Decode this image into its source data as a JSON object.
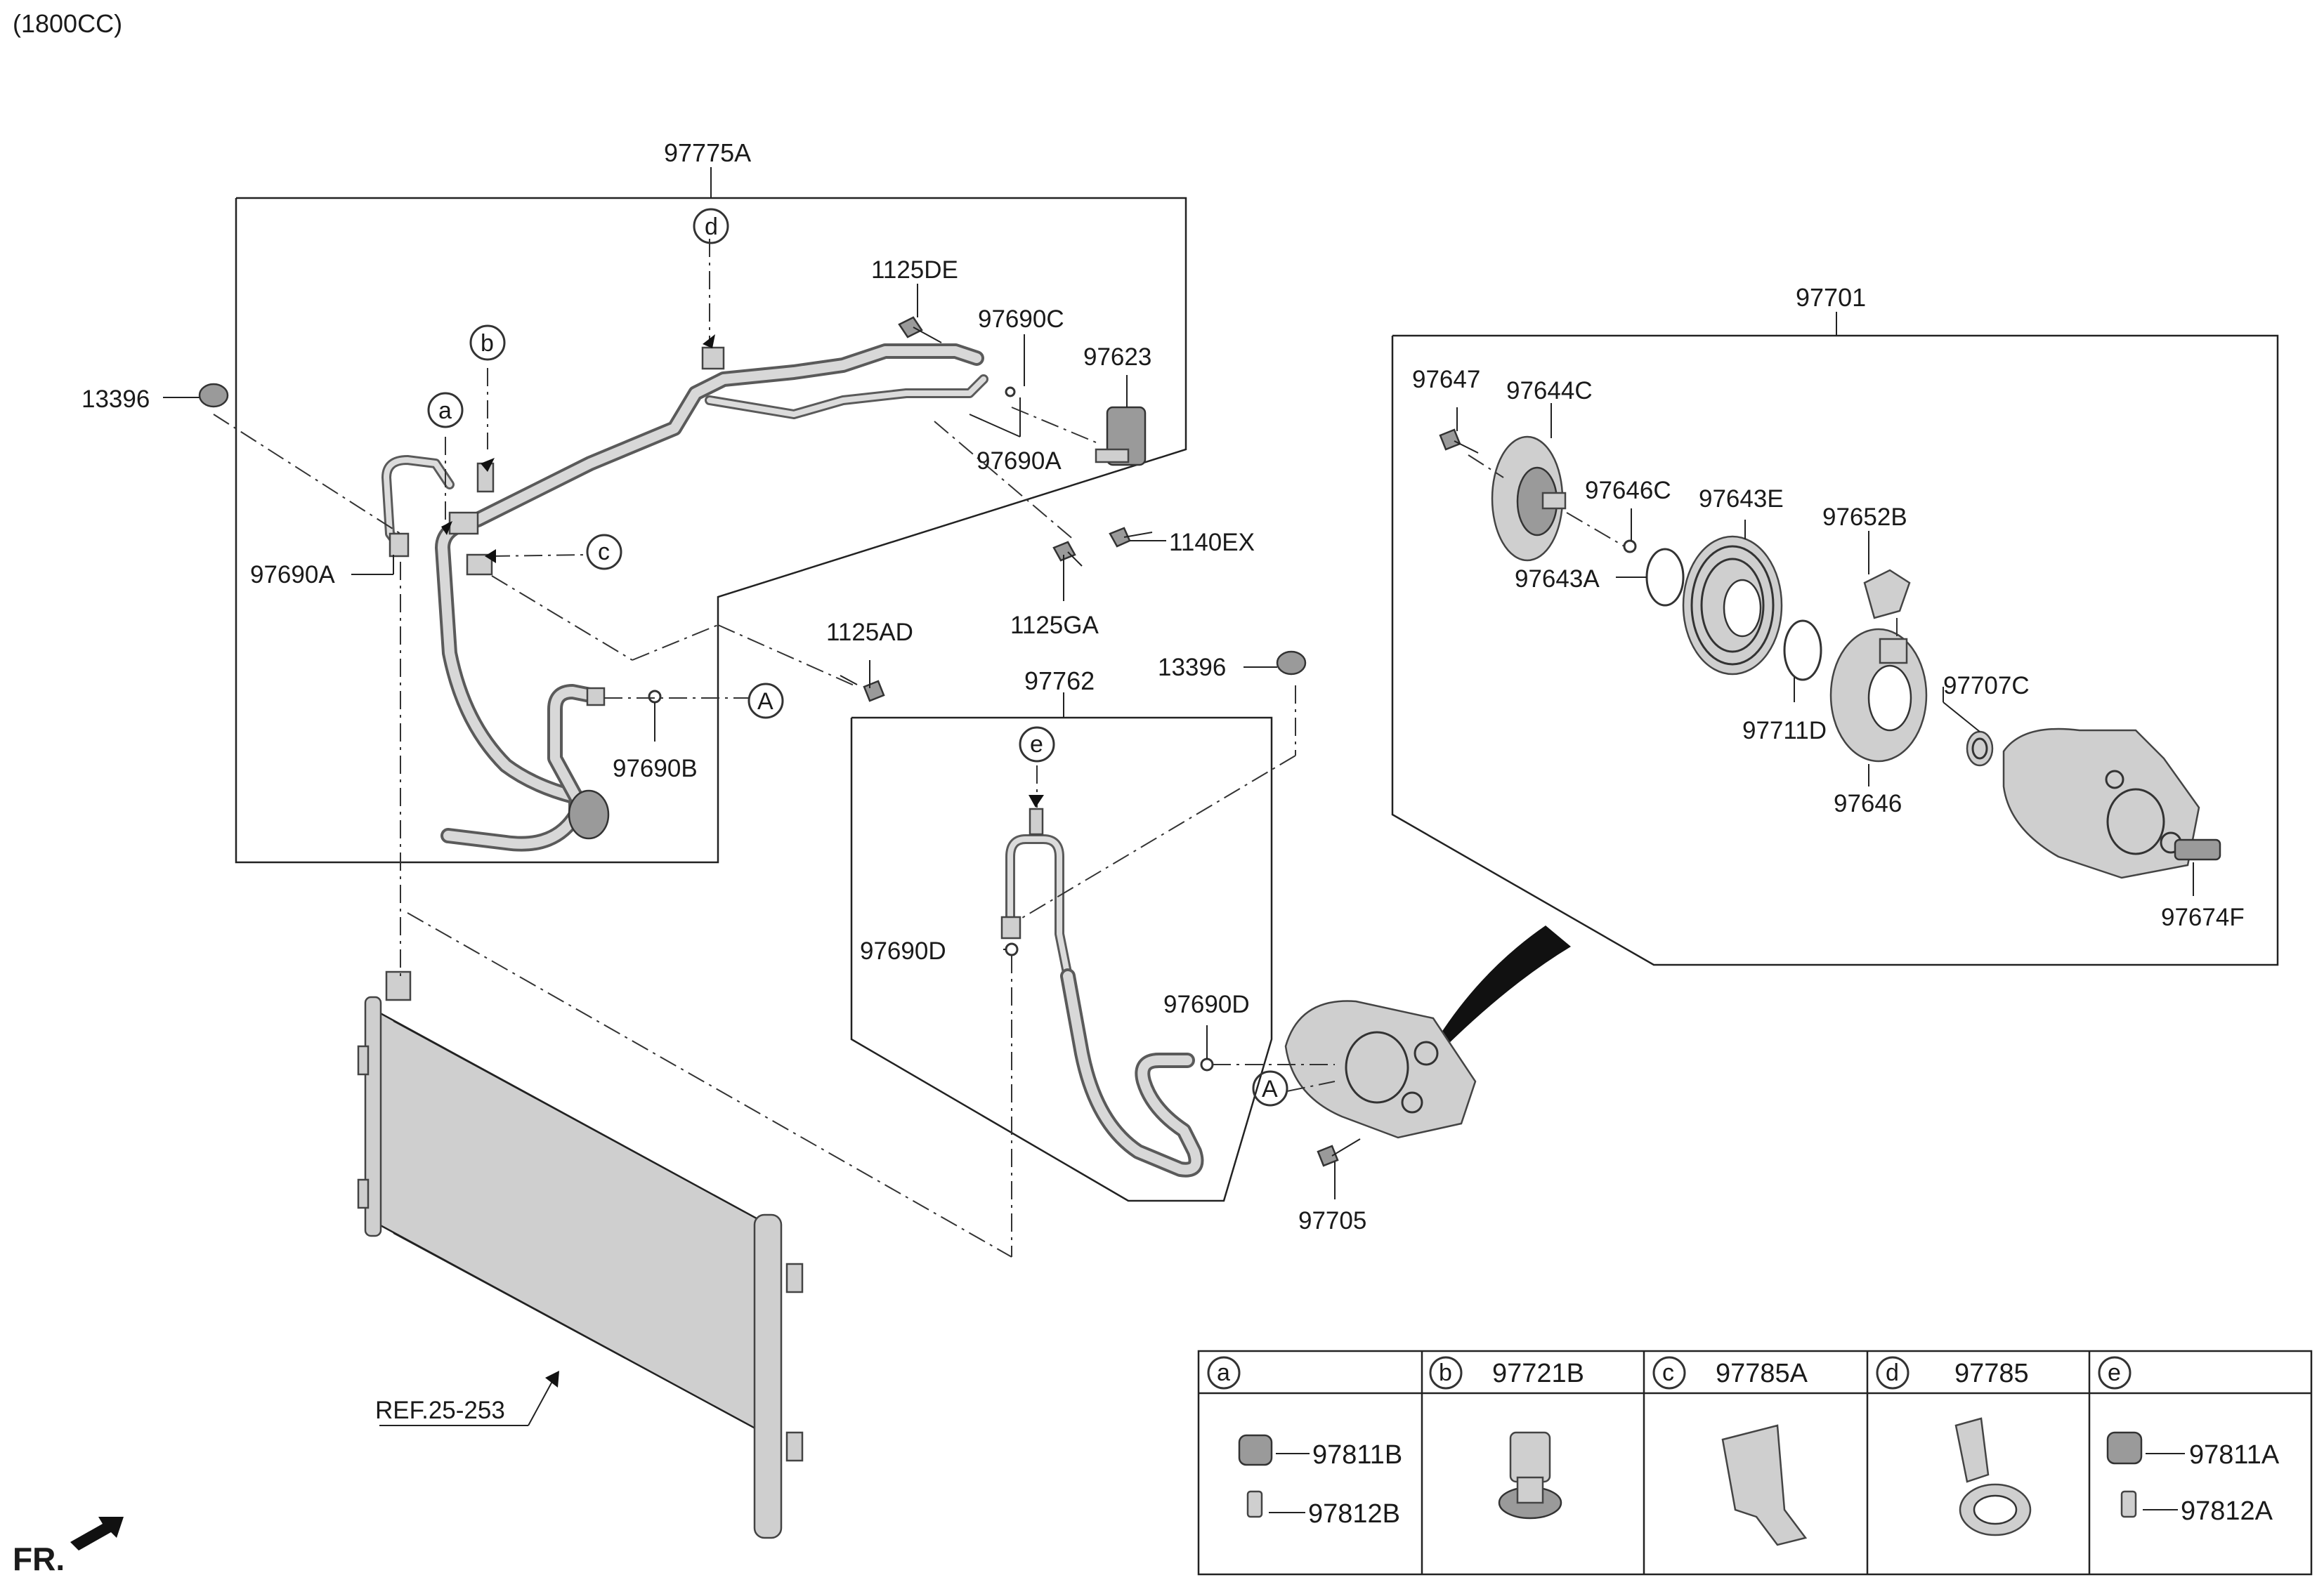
{
  "header": {
    "engine_note": "(1800CC)"
  },
  "groups": {
    "discharge_hose": "97775A",
    "suction_hose": "97762",
    "compressor_assembly": "97701"
  },
  "callouts": {
    "p13396_left": "13396",
    "p97690A_left": "97690A",
    "p1125DE": "1125DE",
    "p97690C": "97690C",
    "p97623": "97623",
    "p97690A_right": "97690A",
    "p1140EX": "1140EX",
    "p1125GA": "1125GA",
    "p1125AD": "1125AD",
    "p97690B": "97690B",
    "p13396_right": "13396",
    "p97690D_left": "97690D",
    "p97690D_right": "97690D",
    "p97705": "97705",
    "p97647": "97647",
    "p97644C": "97644C",
    "p97646C": "97646C",
    "p97643E": "97643E",
    "p97652B": "97652B",
    "p97643A": "97643A",
    "p97711D": "97711D",
    "p97707C": "97707C",
    "p97646": "97646",
    "p97674F": "97674F",
    "ref": "REF.25-253",
    "front": "FR."
  },
  "markers": {
    "a": "a",
    "b": "b",
    "c": "c",
    "d": "d",
    "e": "e",
    "A_top": "A",
    "A_bottom": "A"
  },
  "legend": {
    "columns": [
      {
        "key": "a",
        "title": "",
        "parts": [
          "97811B",
          "97812B"
        ]
      },
      {
        "key": "b",
        "title": "97721B",
        "parts": []
      },
      {
        "key": "c",
        "title": "97785A",
        "parts": []
      },
      {
        "key": "d",
        "title": "97785",
        "parts": []
      },
      {
        "key": "e",
        "title": "",
        "parts": [
          "97811A",
          "97812A"
        ]
      }
    ]
  }
}
